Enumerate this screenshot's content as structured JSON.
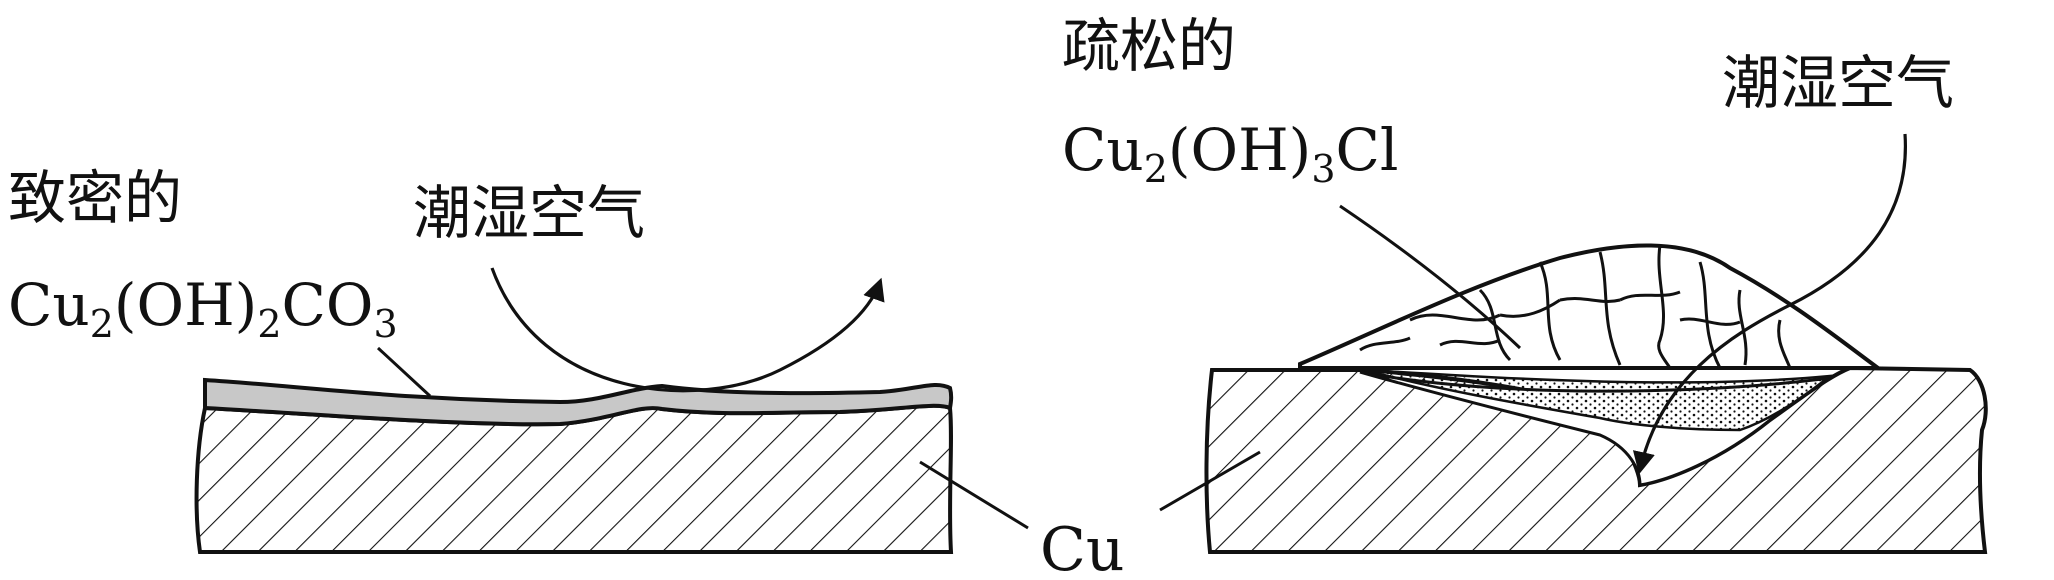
{
  "left_panel": {
    "layer_adjective": "致密的",
    "layer_formula": {
      "a": "Cu",
      "s1": "2",
      "b": "(OH)",
      "s2": "2",
      "c": "CO",
      "s3": "3"
    },
    "air_label": "潮湿空气"
  },
  "right_panel": {
    "layer_adjective": "疏松的",
    "layer_formula": {
      "a": "Cu",
      "s1": "2",
      "b": "(OH)",
      "s2": "3",
      "c": "Cl"
    },
    "air_label": "潮湿空气"
  },
  "metal_label": "Cu",
  "colors": {
    "line": "#111111",
    "coating": "#c8c8c8",
    "background": "#ffffff"
  }
}
